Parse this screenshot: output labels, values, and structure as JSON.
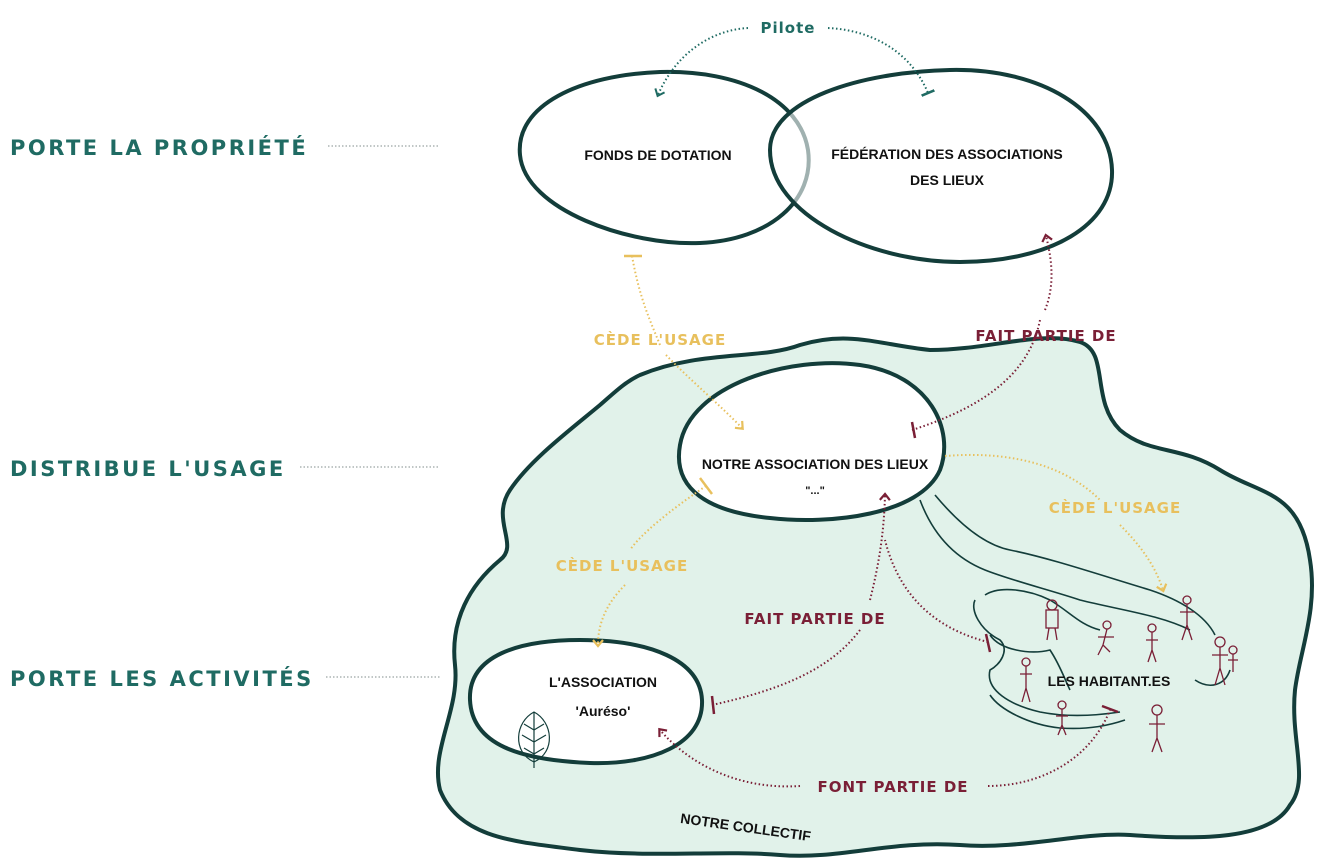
{
  "levels": {
    "property": "PORTE LA PROPRIÉTÉ",
    "usage": "DISTRIBUE L'USAGE",
    "activities": "PORTE LES ACTIVITÉS"
  },
  "nodes": {
    "fonds": "FONDS DE DOTATION",
    "federation_line1": "FÉDÉRATION DES ASSOCIATIONS",
    "federation_line2": "DES LIEUX",
    "association_lieux": "NOTRE ASSOCIATION DES LIEUX",
    "association_lieux_sub": "\"...\"",
    "aureso_line1": "L'ASSOCIATION",
    "aureso_line2": "'Auréso'",
    "habitants": "LES HABITANT.ES",
    "collectif": "NOTRE COLLECTIF"
  },
  "edges": {
    "pilote": "Pilote",
    "cede_usage_top": "CÈDE L'USAGE",
    "fait_partie_top": "FAIT PARTIE DE",
    "cede_usage_right": "CÈDE L'USAGE",
    "cede_usage_left": "CÈDE L'USAGE",
    "fait_partie_middle": "FAIT PARTIE DE",
    "font_partie": "FONT PARTIE DE"
  },
  "colors": {
    "teal": "#1f6b63",
    "dark_teal": "#133d3a",
    "gold": "#e8c05d",
    "burgundy": "#7a1f36",
    "collective_fill": "#e1f2ea",
    "dotted_gray": "#9aa5a3"
  },
  "icons": [
    "leaf-icon",
    "person-icon"
  ]
}
